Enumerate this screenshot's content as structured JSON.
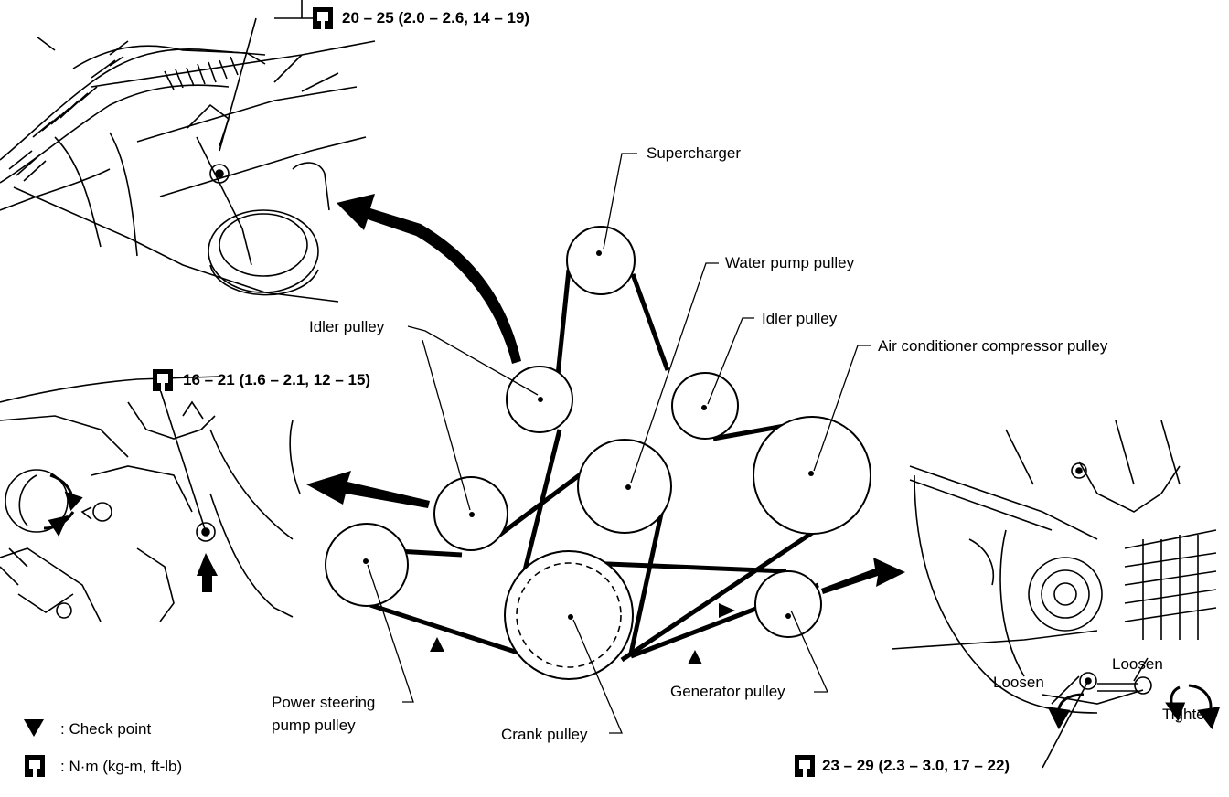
{
  "labels": {
    "supercharger": "Supercharger",
    "water_pump": "Water pump pulley",
    "idler_left": "Idler pulley",
    "idler_right": "Idler pulley",
    "ac_compressor": "Air conditioner compressor pulley",
    "power_steering_line1": "Power steering",
    "power_steering_line2": "pump pulley",
    "crank": "Crank pulley",
    "generator": "Generator pulley",
    "loosen_left": "Loosen",
    "loosen_right": "Loosen",
    "tighten": "Tighten"
  },
  "torque_specs": {
    "top": "20 – 25 (2.0 – 2.6, 14 – 19)",
    "left": "16 – 21 (1.6 – 2.1, 12 – 15)",
    "bottom": "23 – 29 (2.3 – 3.0, 17 – 22)"
  },
  "legend": {
    "check_point": ": Check point",
    "torque_unit": ": N·m (kg-m, ft-lb)"
  },
  "icons": {
    "torque": "torque-wrench-icon",
    "check_point": "check-point-triangle-icon"
  }
}
